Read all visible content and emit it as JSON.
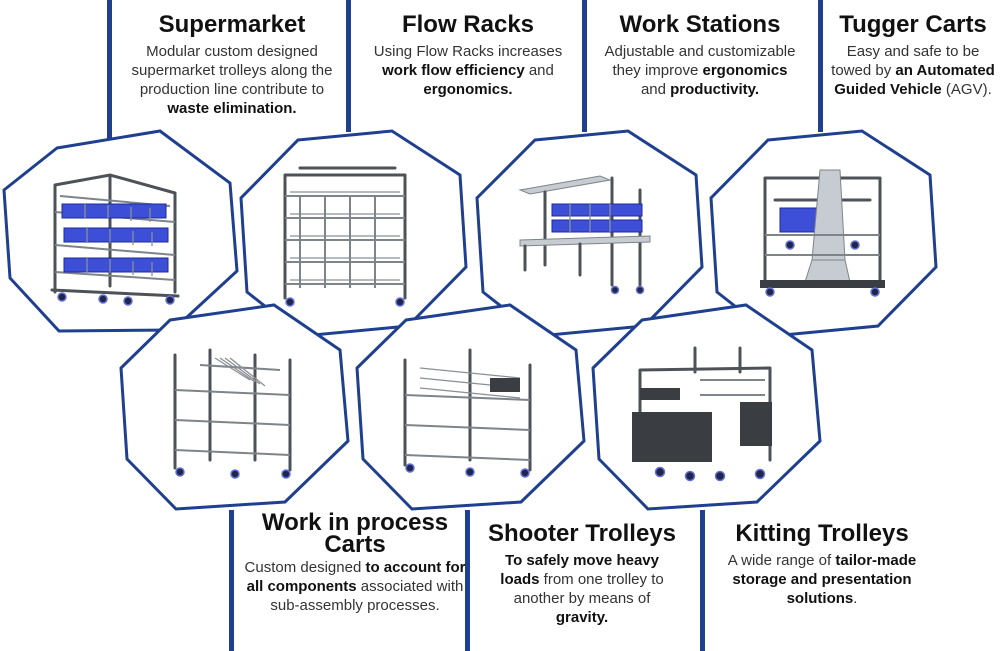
{
  "colors": {
    "accent": "#1f3f8f",
    "connector": "#4a4a4a",
    "bins": "#3d4fd6",
    "frame": "#4c5257"
  },
  "sections": [
    {
      "id": "supermarket",
      "title": "Supermarket",
      "desc": [
        {
          "text": "Modular custom designed supermarket trolleys along the production line contribute to ",
          "bold": false
        },
        {
          "text": "waste elimination.",
          "bold": true
        }
      ]
    },
    {
      "id": "flow-racks",
      "title": "Flow Racks",
      "desc": [
        {
          "text": "Using Flow Racks increases ",
          "bold": false
        },
        {
          "text": "work flow efficiency",
          "bold": true
        },
        {
          "text": " and ",
          "bold": false
        },
        {
          "text": "ergonomics.",
          "bold": true
        }
      ]
    },
    {
      "id": "work-stations",
      "title": "Work Stations",
      "desc": [
        {
          "text": "Adjustable and customizable they improve ",
          "bold": false
        },
        {
          "text": "ergonomics",
          "bold": true
        },
        {
          "text": " and ",
          "bold": false
        },
        {
          "text": "productivity.",
          "bold": true
        }
      ]
    },
    {
      "id": "tugger-carts",
      "title": "Tugger Carts",
      "desc": [
        {
          "text": "Easy and safe to be towed by ",
          "bold": false
        },
        {
          "text": "an Automated Guided Vehicle",
          "bold": true
        },
        {
          "text": " (AGV).",
          "bold": false
        }
      ]
    },
    {
      "id": "wip-carts",
      "title": "Work in process Carts",
      "desc": [
        {
          "text": "Custom designed ",
          "bold": false
        },
        {
          "text": "to account for all components",
          "bold": true
        },
        {
          "text": " associated with sub-assembly processes.",
          "bold": false
        }
      ]
    },
    {
      "id": "shooter-trolleys",
      "title": "Shooter Trolleys",
      "desc": [
        {
          "text": "To safely move heavy loads",
          "bold": true
        },
        {
          "text": " from one trolley to another by means of ",
          "bold": false
        },
        {
          "text": "gravity.",
          "bold": true
        }
      ]
    },
    {
      "id": "kitting-trolleys",
      "title": "Kitting Trolleys",
      "desc": [
        {
          "text": "A wide range of ",
          "bold": false
        },
        {
          "text": "tailor-made storage and presentation solutions",
          "bold": true
        },
        {
          "text": ".",
          "bold": false
        }
      ]
    }
  ]
}
